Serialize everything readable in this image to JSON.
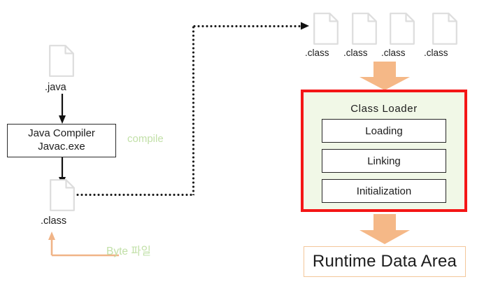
{
  "diagram": {
    "title": "Java compilation and JVM class loading flow",
    "colors": {
      "file_icon_outline": "#dddddd",
      "green_note": "#c2e0a8",
      "orange_arrow": "#f5b887",
      "loader_border": "#f41616",
      "loader_fill": "#f1f8e7",
      "runtime_border": "#f3c79a",
      "stroke": "#1c1c1c",
      "background": "#ffffff"
    }
  },
  "left_flow": {
    "source_file": {
      "icon": "file-icon",
      "label": ".java"
    },
    "compiler": {
      "line1": "Java Compiler",
      "line2": "Javac.exe"
    },
    "compile_note": "compile",
    "output_file": {
      "icon": "file-icon",
      "label": ".class"
    },
    "byte_note": "Byte 파일"
  },
  "right_flow": {
    "class_files": [
      {
        "icon": "file-icon",
        "label": ".class"
      },
      {
        "icon": "file-icon",
        "label": ".class"
      },
      {
        "icon": "file-icon",
        "label": ".class"
      },
      {
        "icon": "file-icon",
        "label": ".class"
      }
    ],
    "class_loader": {
      "title": "Class Loader",
      "phases": [
        {
          "label": "Loading"
        },
        {
          "label": "Linking"
        },
        {
          "label": "Initialization"
        }
      ]
    },
    "runtime_area": {
      "label": "Runtime Data Area"
    }
  }
}
